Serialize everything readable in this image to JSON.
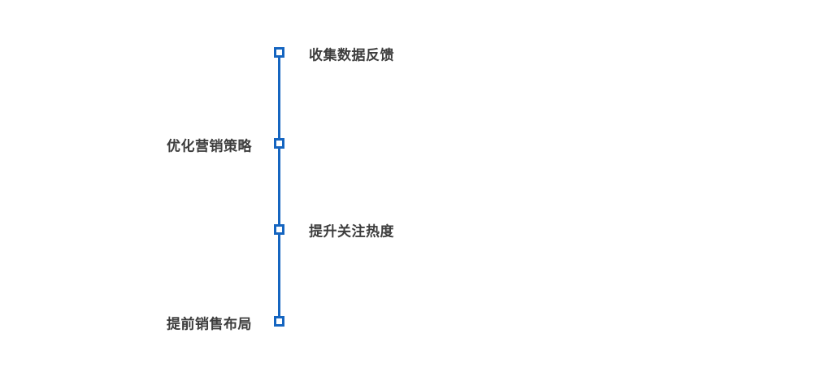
{
  "diagram": {
    "type": "timeline-vertical",
    "colors": {
      "line": "#1565c0",
      "marker_border": "#1565c0",
      "marker_fill": "#ffffff",
      "label_text": "#3d3d3d",
      "background": "#ffffff"
    },
    "nodes": [
      {
        "label": "收集数据反馈",
        "side": "right"
      },
      {
        "label": "优化营销策略",
        "side": "left"
      },
      {
        "label": "提升关注热度",
        "side": "right"
      },
      {
        "label": "提前销售布局",
        "side": "left"
      }
    ]
  }
}
